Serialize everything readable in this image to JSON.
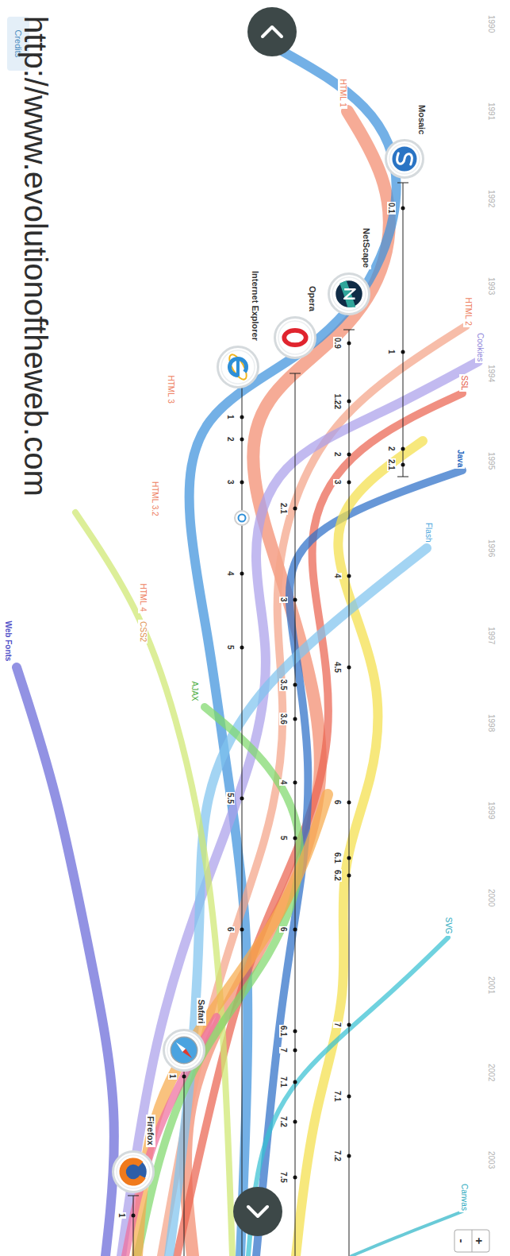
{
  "diagram": {
    "nodes": [
      {
        "text": [
          "Mosaic"
        ]
      },
      {
        "text": [
          "NetScape"
        ]
      },
      {
        "text": [
          "Opera"
        ]
      },
      {
        "text": [
          "Internet Explorer"
        ]
      },
      {
        "text": [
          "Safari"
        ]
      },
      {
        "text": [
          "Firefox"
        ]
      }
    ],
    "labels": [
      "1990",
      "1991",
      "1992",
      "1993",
      "1994",
      "1995",
      "1996",
      "1997",
      "1998",
      "1999",
      "2000",
      "2001",
      "2002",
      "2003",
      "Credits",
      "+",
      "-",
      "http://www.evolutionoftheweb.com",
      "HTML 1",
      "HTML 2",
      "Cookies",
      "SSL",
      "Java",
      "Flash",
      "HTML 3",
      "HTML 3.2",
      "HTML 4",
      "CSS2",
      "AJAX",
      "Web Fonts",
      "SVG",
      "Canvas",
      "0.1",
      "1",
      "2",
      "2.1",
      "0.9",
      "1.22",
      "2",
      "3",
      "4",
      "4.5",
      "6",
      "6.1",
      "6.2",
      "7",
      "7.1",
      "7.2",
      "2.1",
      "3",
      "3.5",
      "3.6",
      "4",
      "5",
      "6",
      "6.1",
      "7",
      "7.1",
      "7.2",
      "7.5",
      "1",
      "2",
      "3",
      "4",
      "5",
      "5.5",
      "6",
      "1",
      "1"
    ]
  }
}
